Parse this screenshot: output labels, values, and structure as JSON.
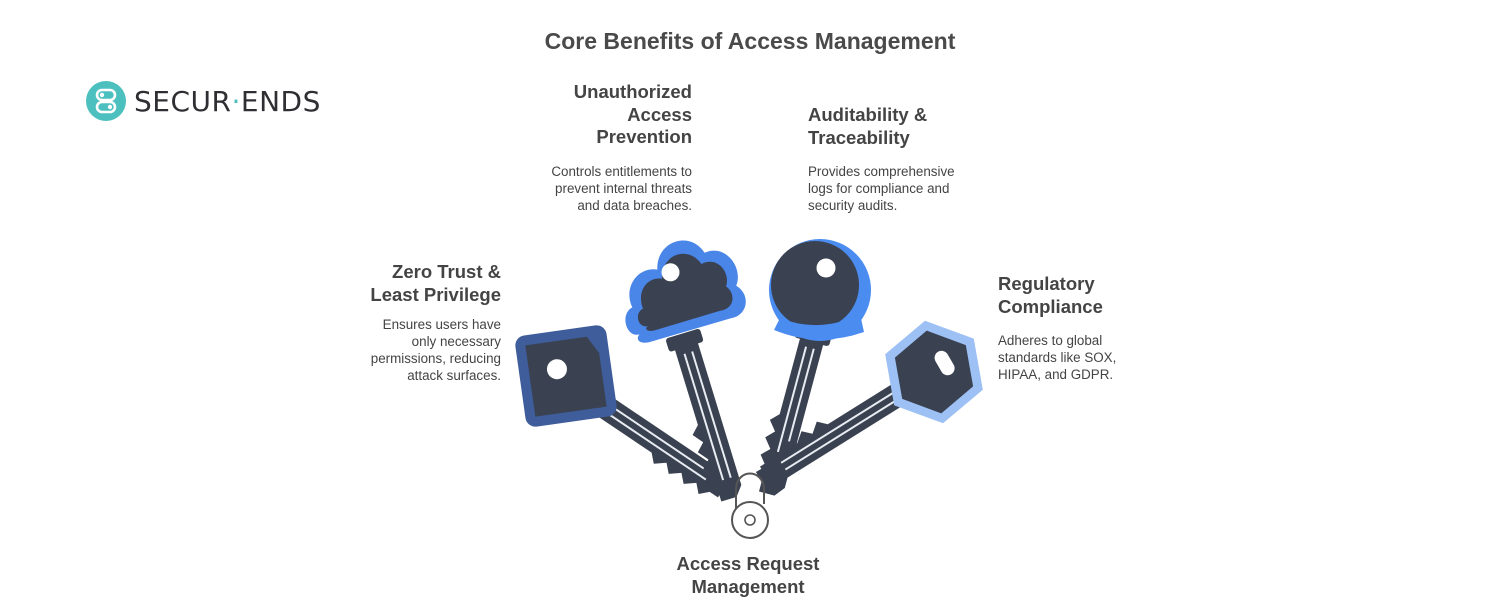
{
  "title": "Core Benefits of Access Management",
  "logo": {
    "text_a": "SECUR",
    "text_dot": "·",
    "text_b": "ENDS",
    "icon": "securends-logo-icon",
    "color": "#4cbfbf"
  },
  "blocks": {
    "unauthorized": {
      "heading_l1": "Unauthorized",
      "heading_l2": "Access",
      "heading_l3": "Prevention",
      "desc_l1": "Controls entitlements to",
      "desc_l2": "prevent internal threats",
      "desc_l3": "and data breaches."
    },
    "auditability": {
      "heading_l1": "Auditability &",
      "heading_l2": "Traceability",
      "desc_l1": "Provides comprehensive",
      "desc_l2": "logs for compliance and",
      "desc_l3": "security audits."
    },
    "zero_trust": {
      "heading_l1": "Zero Trust &",
      "heading_l2": "Least Privilege",
      "desc_l1": "Ensures users have",
      "desc_l2": "only necessary",
      "desc_l3": "permissions, reducing",
      "desc_l4": "attack surfaces."
    },
    "regulatory": {
      "heading_l1": "Regulatory",
      "heading_l2": "Compliance",
      "desc_l1": "Adheres to global",
      "desc_l2": "standards like SOX,",
      "desc_l3": "HIPAA, and GDPR."
    },
    "access_request": {
      "heading_l1": "Access Request",
      "heading_l2": "Management"
    }
  },
  "colors": {
    "key_body": "#3a4150",
    "key_dark_blue": "#3e5d9a",
    "key_blue": "#4a86e8",
    "key_bright_blue": "#4a8cf0",
    "key_light_blue": "#9ec1f5",
    "lock_outline": "#555555"
  },
  "icons": {
    "key_square": "square-key-icon",
    "key_cloud": "cloud-key-icon",
    "key_round": "round-key-icon",
    "key_hex": "hexagon-key-icon",
    "lock": "open-padlock-icon"
  }
}
